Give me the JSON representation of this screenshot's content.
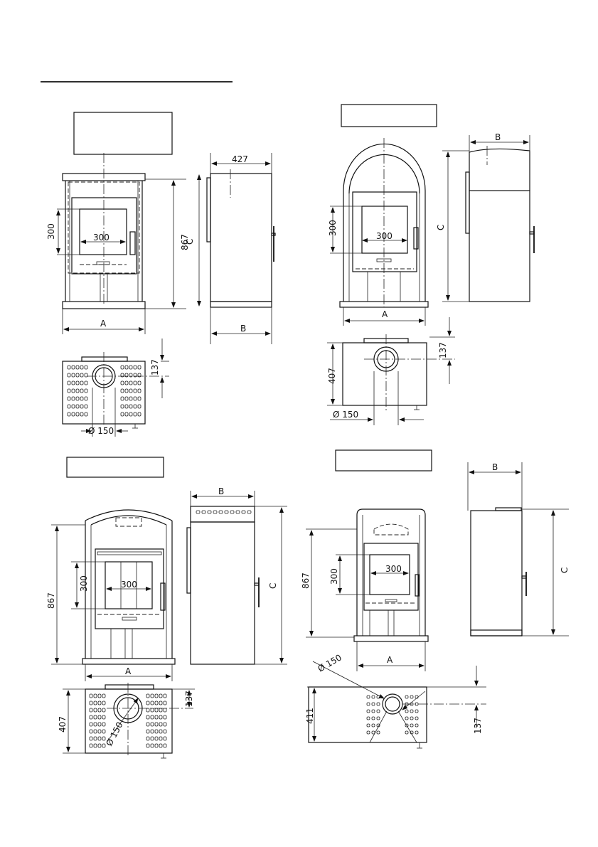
{
  "title_bar": "",
  "views": {
    "top_left": {
      "label_box": "",
      "dims": {
        "depth": "427",
        "height": "867",
        "opening_h": "300",
        "opening_w": "300",
        "flue_offset": "137",
        "flue_dia": "Ø 150",
        "A": "A",
        "B": "B",
        "C": "C"
      }
    },
    "top_right": {
      "label_box": "",
      "dims": {
        "opening_h": "300",
        "opening_w": "300",
        "depth": "407",
        "flue_offset": "137",
        "flue_dia": "Ø 150",
        "A": "A",
        "B": "B",
        "C": "C"
      }
    },
    "bottom_left": {
      "label_box": "",
      "dims": {
        "height": "867",
        "opening_h": "300",
        "opening_w": "300",
        "depth": "407",
        "flue_offset": "137",
        "flue_dia": "Ø 150",
        "A": "A",
        "B": "B",
        "C": "C"
      }
    },
    "bottom_right": {
      "label_box": "",
      "dims": {
        "height": "867",
        "opening_h": "300",
        "opening_w": "300",
        "depth": "411",
        "flue_offset": "137",
        "flue_dia": "Ø 150",
        "A": "A",
        "B": "B",
        "C": "C"
      }
    }
  }
}
